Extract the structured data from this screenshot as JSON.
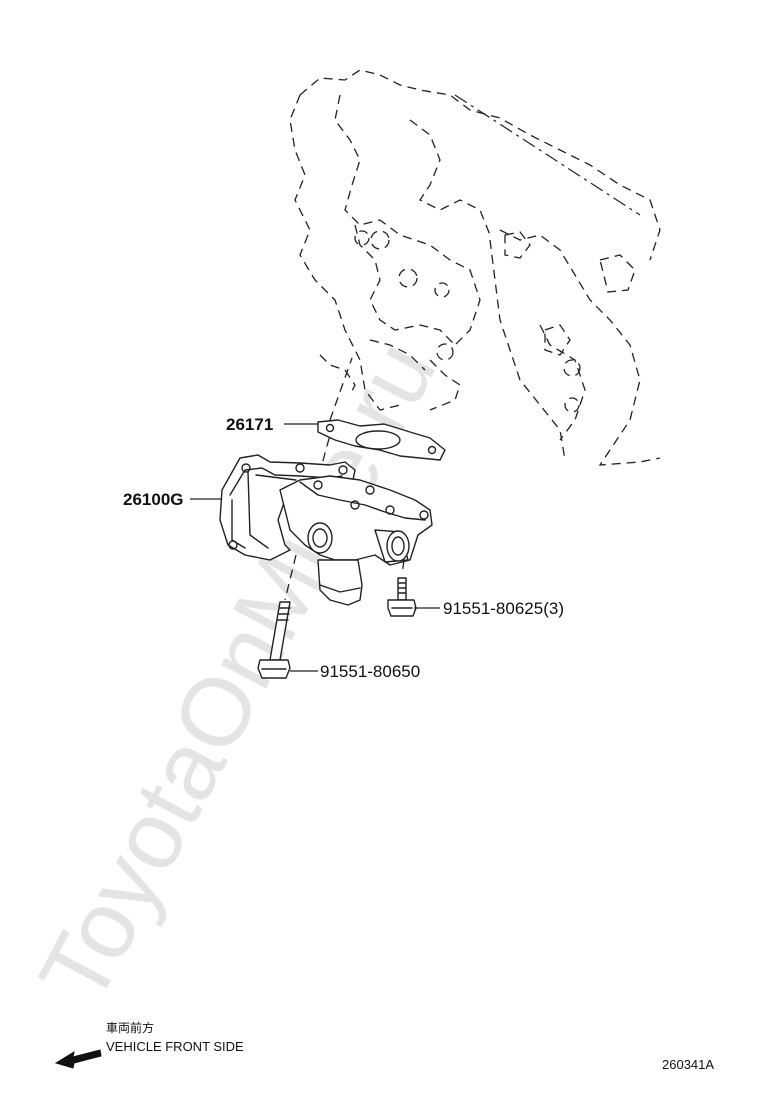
{
  "watermark": "ToyotaOnMine.ru",
  "parts": {
    "gasket": "26171",
    "egr_valve": "26100G",
    "bolt_short": "91551-80625(3)",
    "bolt_long": "91551-80650"
  },
  "front_indicator": {
    "label_cn": "車両前方",
    "label_en": "VEHICLE FRONT SIDE"
  },
  "diagram_code": "260341A",
  "colors": {
    "line": "#222222",
    "watermark": "#e4e4e4",
    "background": "#ffffff"
  }
}
